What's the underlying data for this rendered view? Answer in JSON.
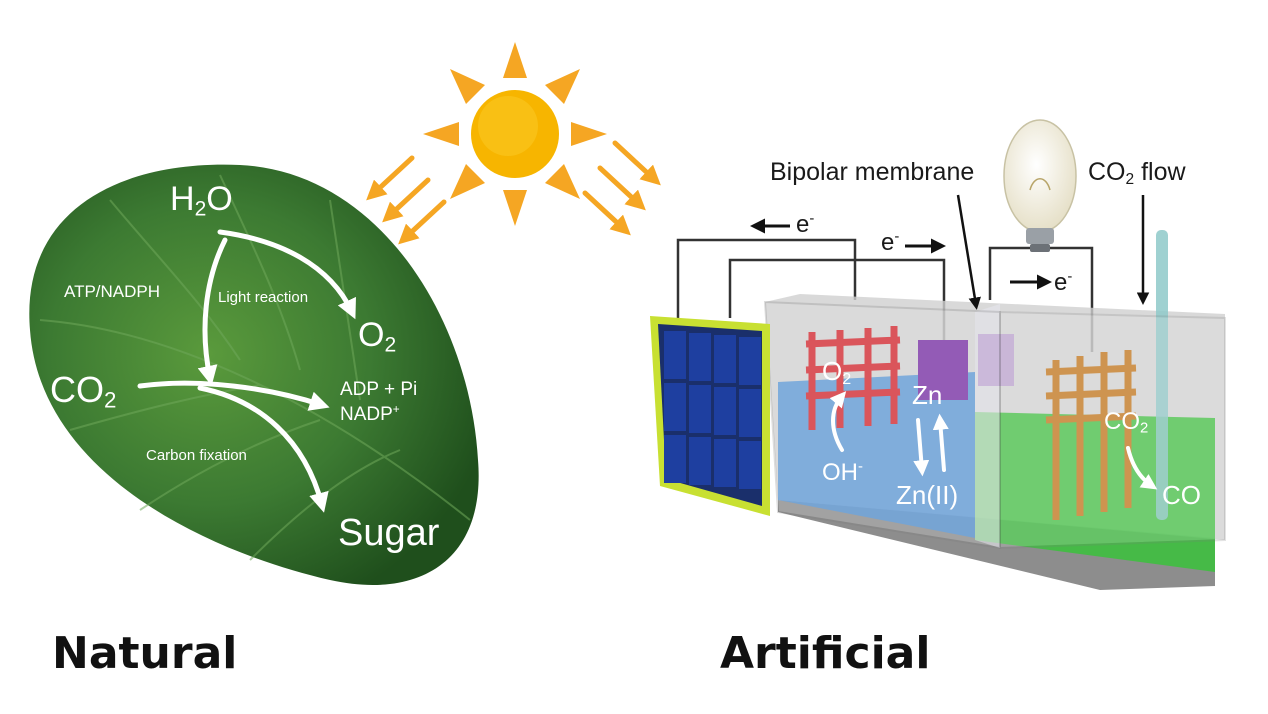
{
  "colors": {
    "leaf_dark": "#1f4f1c",
    "leaf_mid": "#3c7a32",
    "sun": "#f7b500",
    "sun_ray": "#f5a623",
    "water_blue": "#4a90d9",
    "water_green": "#39c23b",
    "panel_frame": "#c8e032",
    "panel_cell": "#1e3fa0",
    "mesh_red": "#d8262e",
    "mesh_orange": "#c9802a",
    "zn_plate": "#7a2fa8"
  },
  "natural": {
    "caption": "Natural",
    "h2o": {
      "main": "H",
      "sub": "2",
      "tail": "O"
    },
    "atp": "ATP/NADPH",
    "light_reaction": "Light reaction",
    "o2": {
      "main": "O",
      "sub": "2"
    },
    "co2": {
      "main": "CO",
      "sub": "2"
    },
    "adp": "ADP + Pi",
    "nadp": {
      "main": "NADP",
      "sup": "+"
    },
    "carbon_fixation": "Carbon fixation",
    "sugar": "Sugar"
  },
  "artificial": {
    "caption": "Artificial",
    "bipolar": "Bipolar membrane",
    "co2flow": {
      "main": "CO",
      "sub": "2",
      "tail": " flow"
    },
    "e_left": {
      "main": "e",
      "sup": "-"
    },
    "e_right": {
      "main": "e",
      "sup": "-"
    },
    "e_bulb": {
      "main": "e",
      "sup": "-"
    },
    "o2": {
      "main": "O",
      "sub": "2"
    },
    "oh": {
      "main": "OH",
      "sup": "-"
    },
    "zn": "Zn",
    "zn2": "Zn(II)",
    "co2": {
      "main": "CO",
      "sub": "2"
    },
    "co": "CO"
  }
}
